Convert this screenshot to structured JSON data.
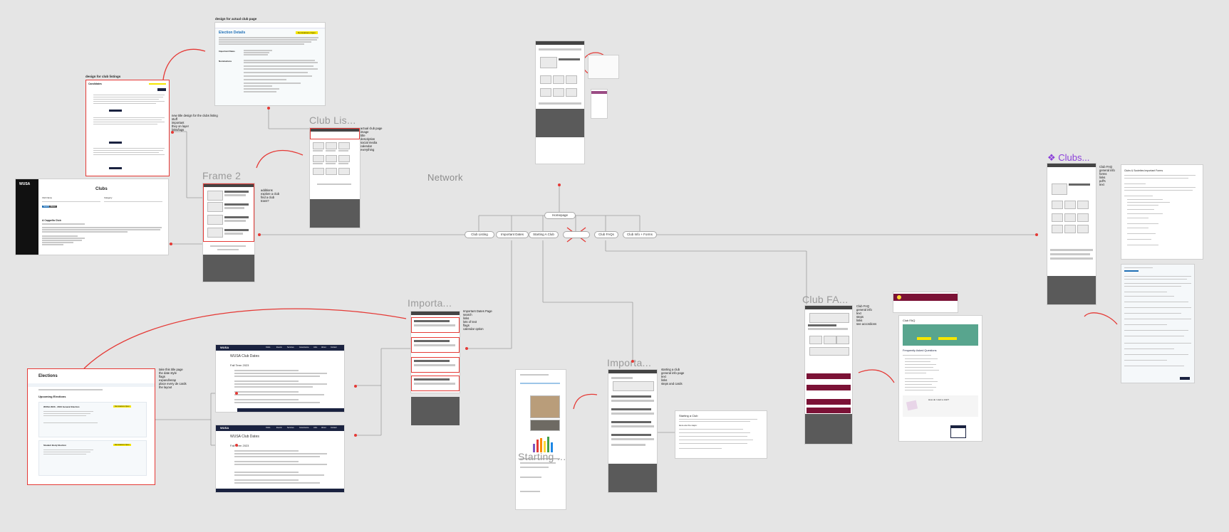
{
  "canvas": {
    "network_label": "Network",
    "frame_titles": {
      "club_listing": "Club Lis...",
      "frame2": "Frame 2",
      "important": "Importa...",
      "important2": "Importa...",
      "club_faq": "Club FA...",
      "starting": "Starting ...",
      "clubs_component": "Clubs..."
    }
  },
  "sitemap": {
    "root": "Homepage",
    "nodes": [
      "Club Listing",
      "Important Dates",
      "Starting A Club",
      "Club FAQs",
      "Club Info + Forms"
    ]
  },
  "notes": {
    "design_actual": "design for actual club page",
    "design_listings": "design for club listings",
    "new_title_design": "new title design for the clubs listing\nstuff\nimportant\nthey on layer\nlinks/lags",
    "actual_club_page": "actual club page\nimage\ntitle\ndescription\nsocial media\ncalendar\neverything",
    "additions": "additions\nexplore a club\nfind a club\ntrans?",
    "important_dates": "Important Dates Page\nsearch\nlinks\nlots of text\nflags\ncalendar option",
    "take_this_page": "take this title page\nthe date style\nflags\nexpand/wrap\nplace every de cards\nthe layout",
    "starting_club": "starting a club\ngeneral info page\ntext\nlinks\nsteps and cards",
    "club_faq_note": "Club FAQ\ngeneral info\ntext\nsteps\nlinks\nsee accordions",
    "club_faq_note2": "Club FAQ\ngeneral info\nforms\nlinks\npdf's\ntext"
  },
  "candidates_frame": {
    "title": "Candidates",
    "button": "Nominate Yourself"
  },
  "election_details": {
    "title": "Election Details",
    "badge": "Nominations Open",
    "rows": [
      "Important Dates",
      "Nominations"
    ]
  },
  "clubs_page": {
    "logo": "WUSA",
    "heading": "Clubs",
    "club_name": "A Cappella Club",
    "filter_label_1": "Club Name",
    "filter_label_2": "Category",
    "btn1": "Search",
    "btn2": "Reset"
  },
  "club_dates": {
    "logo": "WUSA",
    "title": "WUSA Club Dates",
    "subtitle": "Fall Term 2023",
    "nav": [
      "Clubs",
      "Events",
      "Services",
      "Governance",
      "Jobs",
      "About",
      "Contact"
    ]
  },
  "elections": {
    "title": "Elections",
    "section": "Upcoming Elections",
    "card1": "WUSA 2023 - 2024 General Election",
    "card2": "Student Body Election",
    "badge": "Nominations Open"
  },
  "faq_page": {
    "title": "Club FAQ",
    "section": "Frequently Asked Questions",
    "cta": "How do I start a club?"
  },
  "starting_page": {
    "title": "Starting a Club",
    "subtitle": "Here are the steps:"
  },
  "forms_page": {
    "title": "Clubs & Societies Important Forms"
  },
  "colors": {
    "accent_red": "#e53935",
    "header_navy": "#1a2240",
    "badge_yellow": "#f6e600",
    "component_purple": "#8b3fd9",
    "faq_maroon": "#7b1236",
    "faq_teal": "#58a58e"
  }
}
